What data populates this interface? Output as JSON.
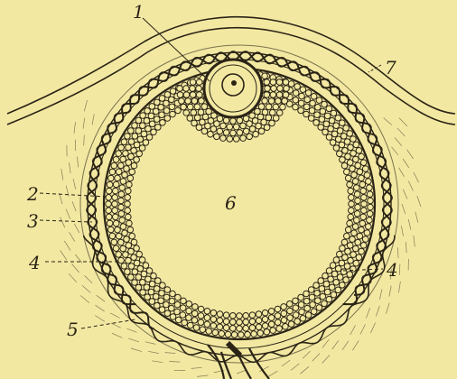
{
  "colors": {
    "background": "#f2e8a2",
    "ink": "#2b2416",
    "vessel_fill": "#d9cf8c"
  },
  "labels": {
    "l1": "1",
    "l2": "2",
    "l3": "3",
    "l4_left": "4",
    "l4_right": "4",
    "l5": "5",
    "l6": "6",
    "l7": "7"
  },
  "parts": [
    "oocyte-nucleus",
    "granulosa-layer",
    "theca-layer",
    "blood-vessels",
    "stroma",
    "follicular-cavity",
    "surface-epithelium"
  ]
}
